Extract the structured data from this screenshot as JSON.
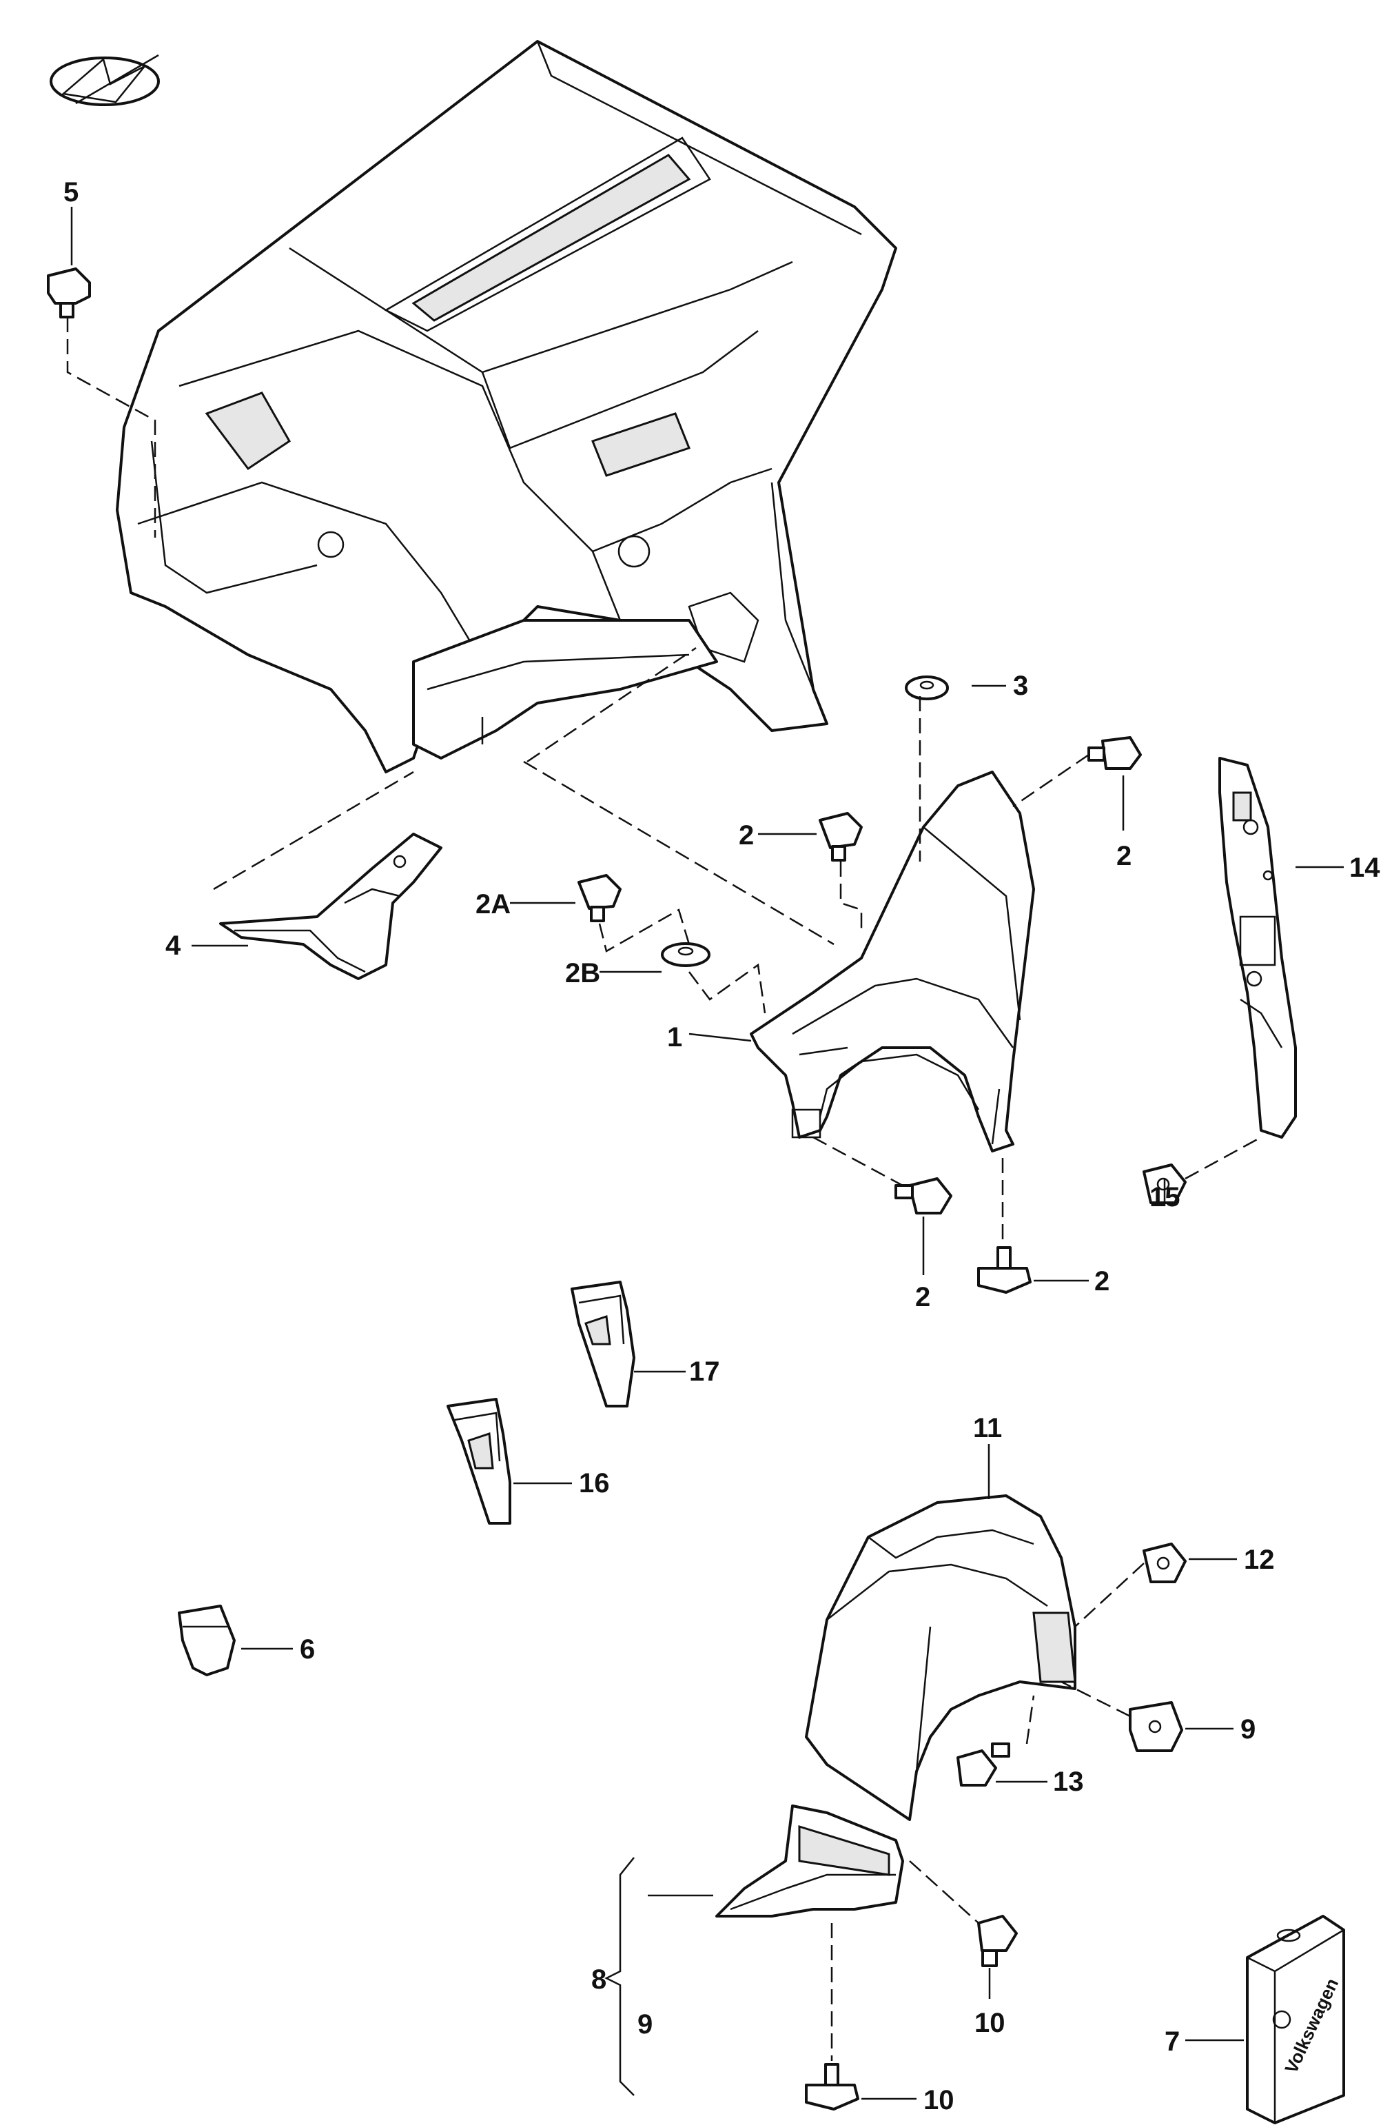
{
  "callouts": {
    "c1": "1",
    "c2a": "2",
    "c2b": "2",
    "c2c": "2",
    "c2d": "2",
    "c2A": "2A",
    "c2B": "2B",
    "c3": "3",
    "c4": "4",
    "c5": "5",
    "c6": "6",
    "c7": "7",
    "c8": "8",
    "c9a": "9",
    "c9b": "9",
    "c10a": "10",
    "c10b": "10",
    "c11": "11",
    "c12": "12",
    "c13": "13",
    "c14": "14",
    "c15": "15",
    "c16": "16",
    "c17": "17"
  },
  "package_brand": "Volkswagen"
}
